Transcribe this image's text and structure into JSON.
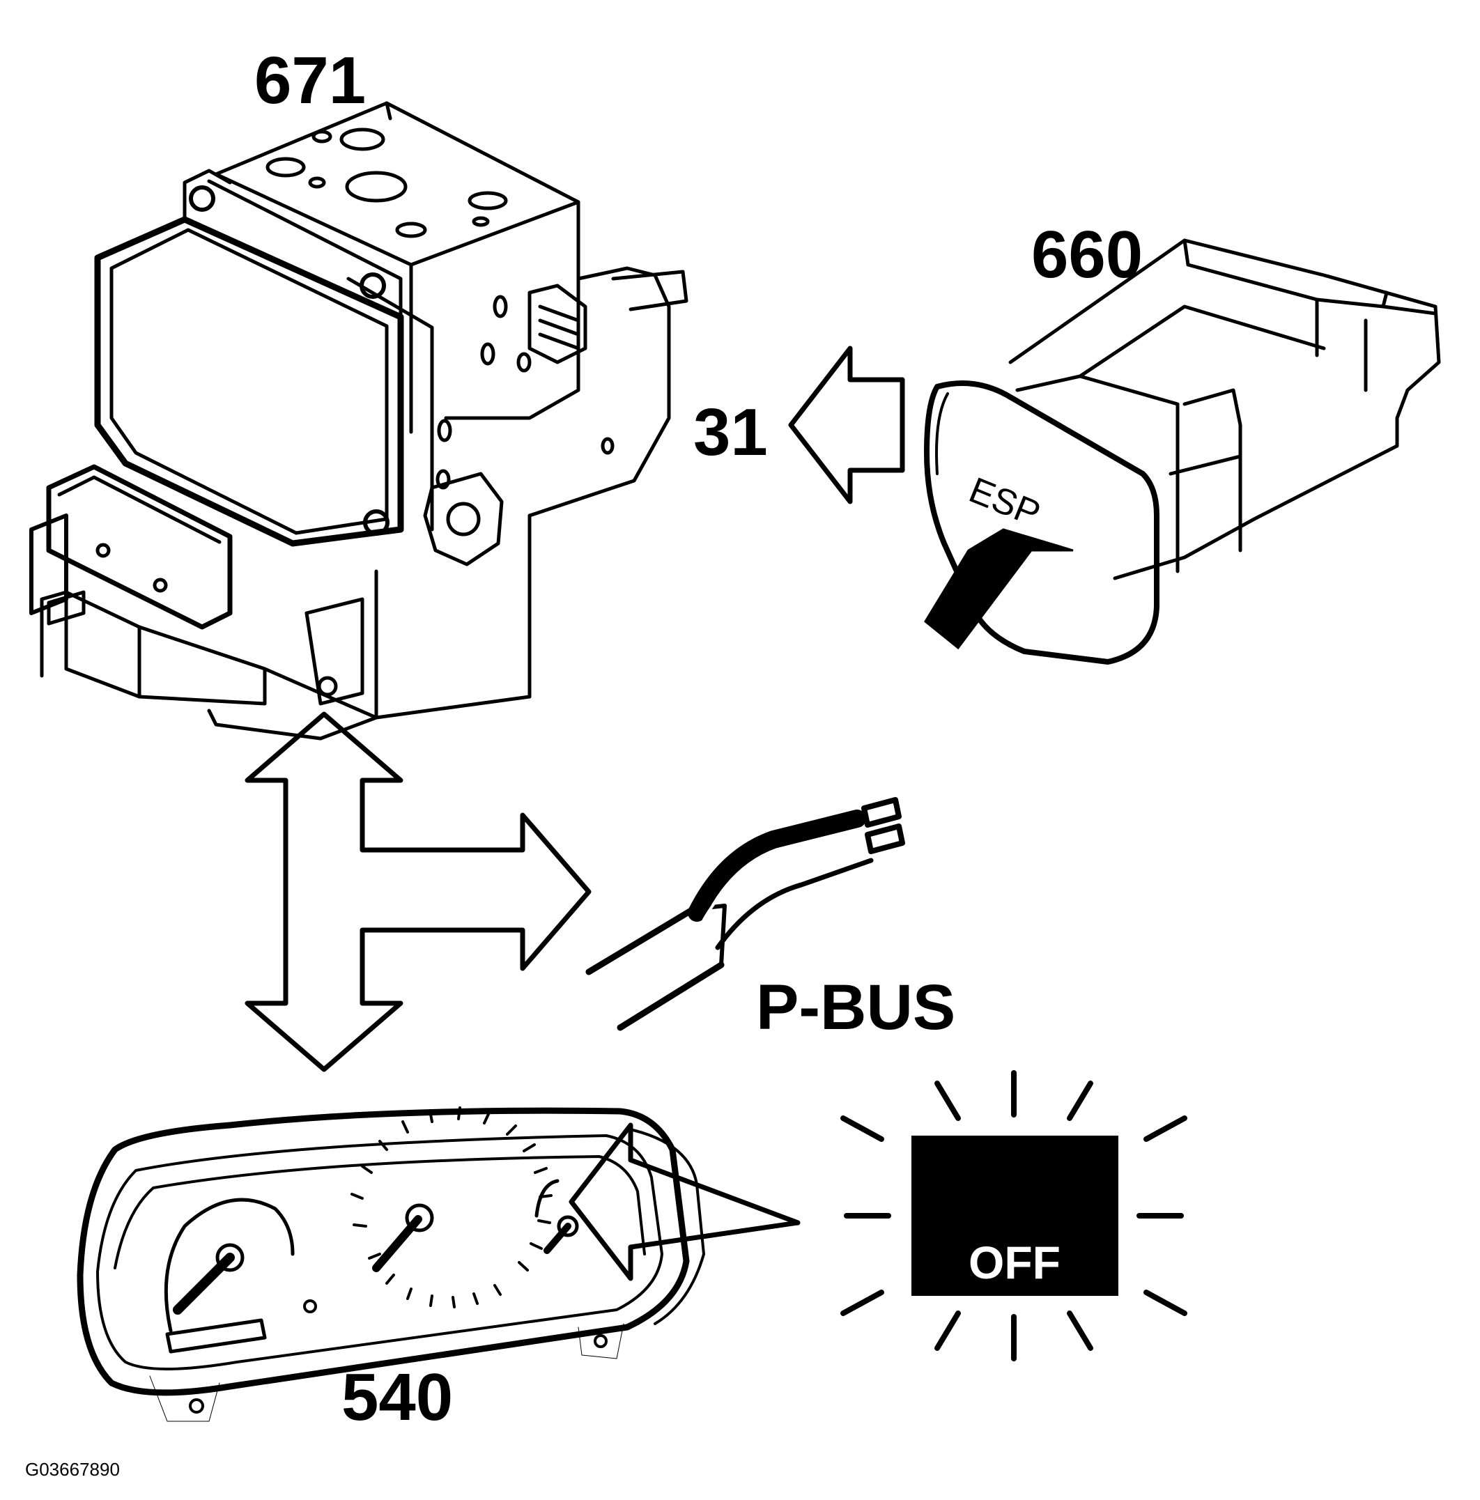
{
  "labels": {
    "abs_module": "671",
    "esp_switch": "660",
    "ground": "31",
    "instrument_cluster": "540",
    "bus": "P-BUS",
    "switch_text": "ESP",
    "indicator_text": "OFF",
    "figure_code": "G03667890"
  },
  "colors": {
    "line": "#000000",
    "background": "#ffffff",
    "indicator_panel": "#000000",
    "indicator_text": "#ffffff"
  }
}
